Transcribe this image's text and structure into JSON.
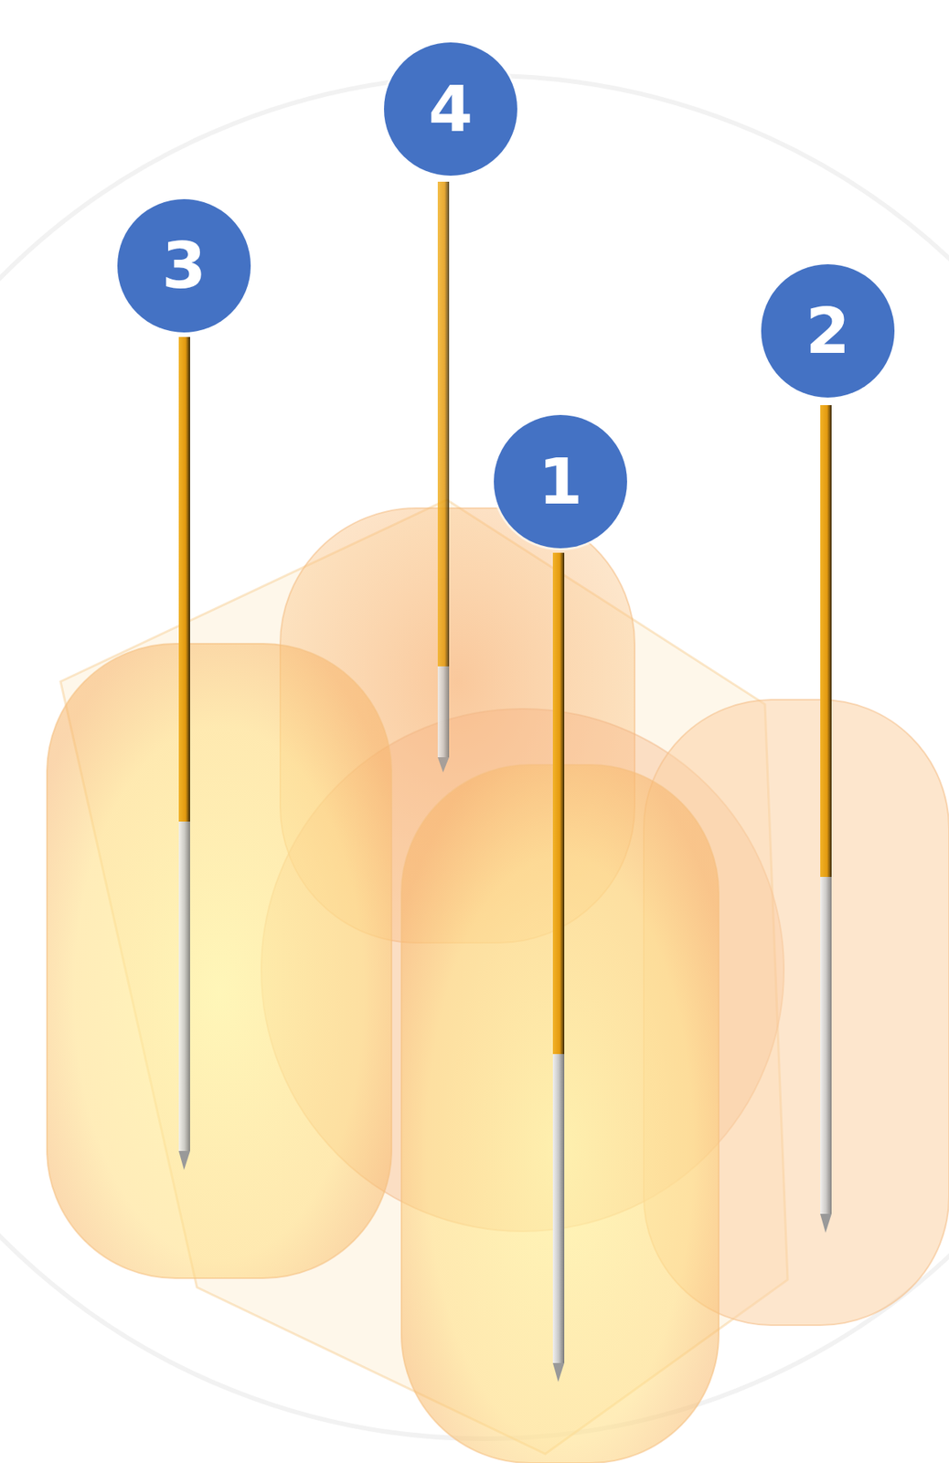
{
  "diagram": {
    "nodes": [
      {
        "text": [
          "4"
        ]
      },
      {
        "text": [
          "3"
        ]
      },
      {
        "text": [
          "2"
        ]
      },
      {
        "text": [
          "1"
        ]
      }
    ]
  }
}
